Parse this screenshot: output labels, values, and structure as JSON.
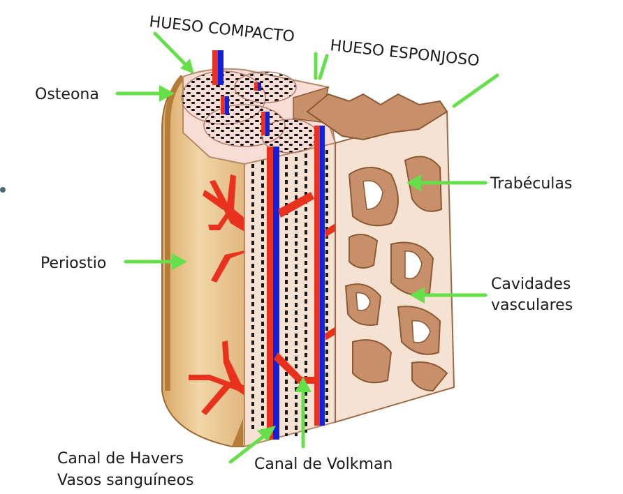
{
  "labels": {
    "compact_bone": "HUESO COMPACTO",
    "spongy_bone": "HUESO ESPONJOSO",
    "osteon": "Osteona",
    "trabeculae": "Trabéculas",
    "periosteum": "Periostio",
    "vascular_cavities_line1": "Cavidades",
    "vascular_cavities_line2": "vasculares",
    "haversian_canal": "Canal de Havers",
    "blood_vessels": "Vasos sanguíneos",
    "volkmann_canal": "Canal de Volkman"
  },
  "colors": {
    "arrow": "#66e04a",
    "artery": "#e8321e",
    "vein": "#1020e0",
    "periosteum": "#e7c48f",
    "compact_bone": "#f6e2d2",
    "spongy_bone": "#c8906a"
  }
}
